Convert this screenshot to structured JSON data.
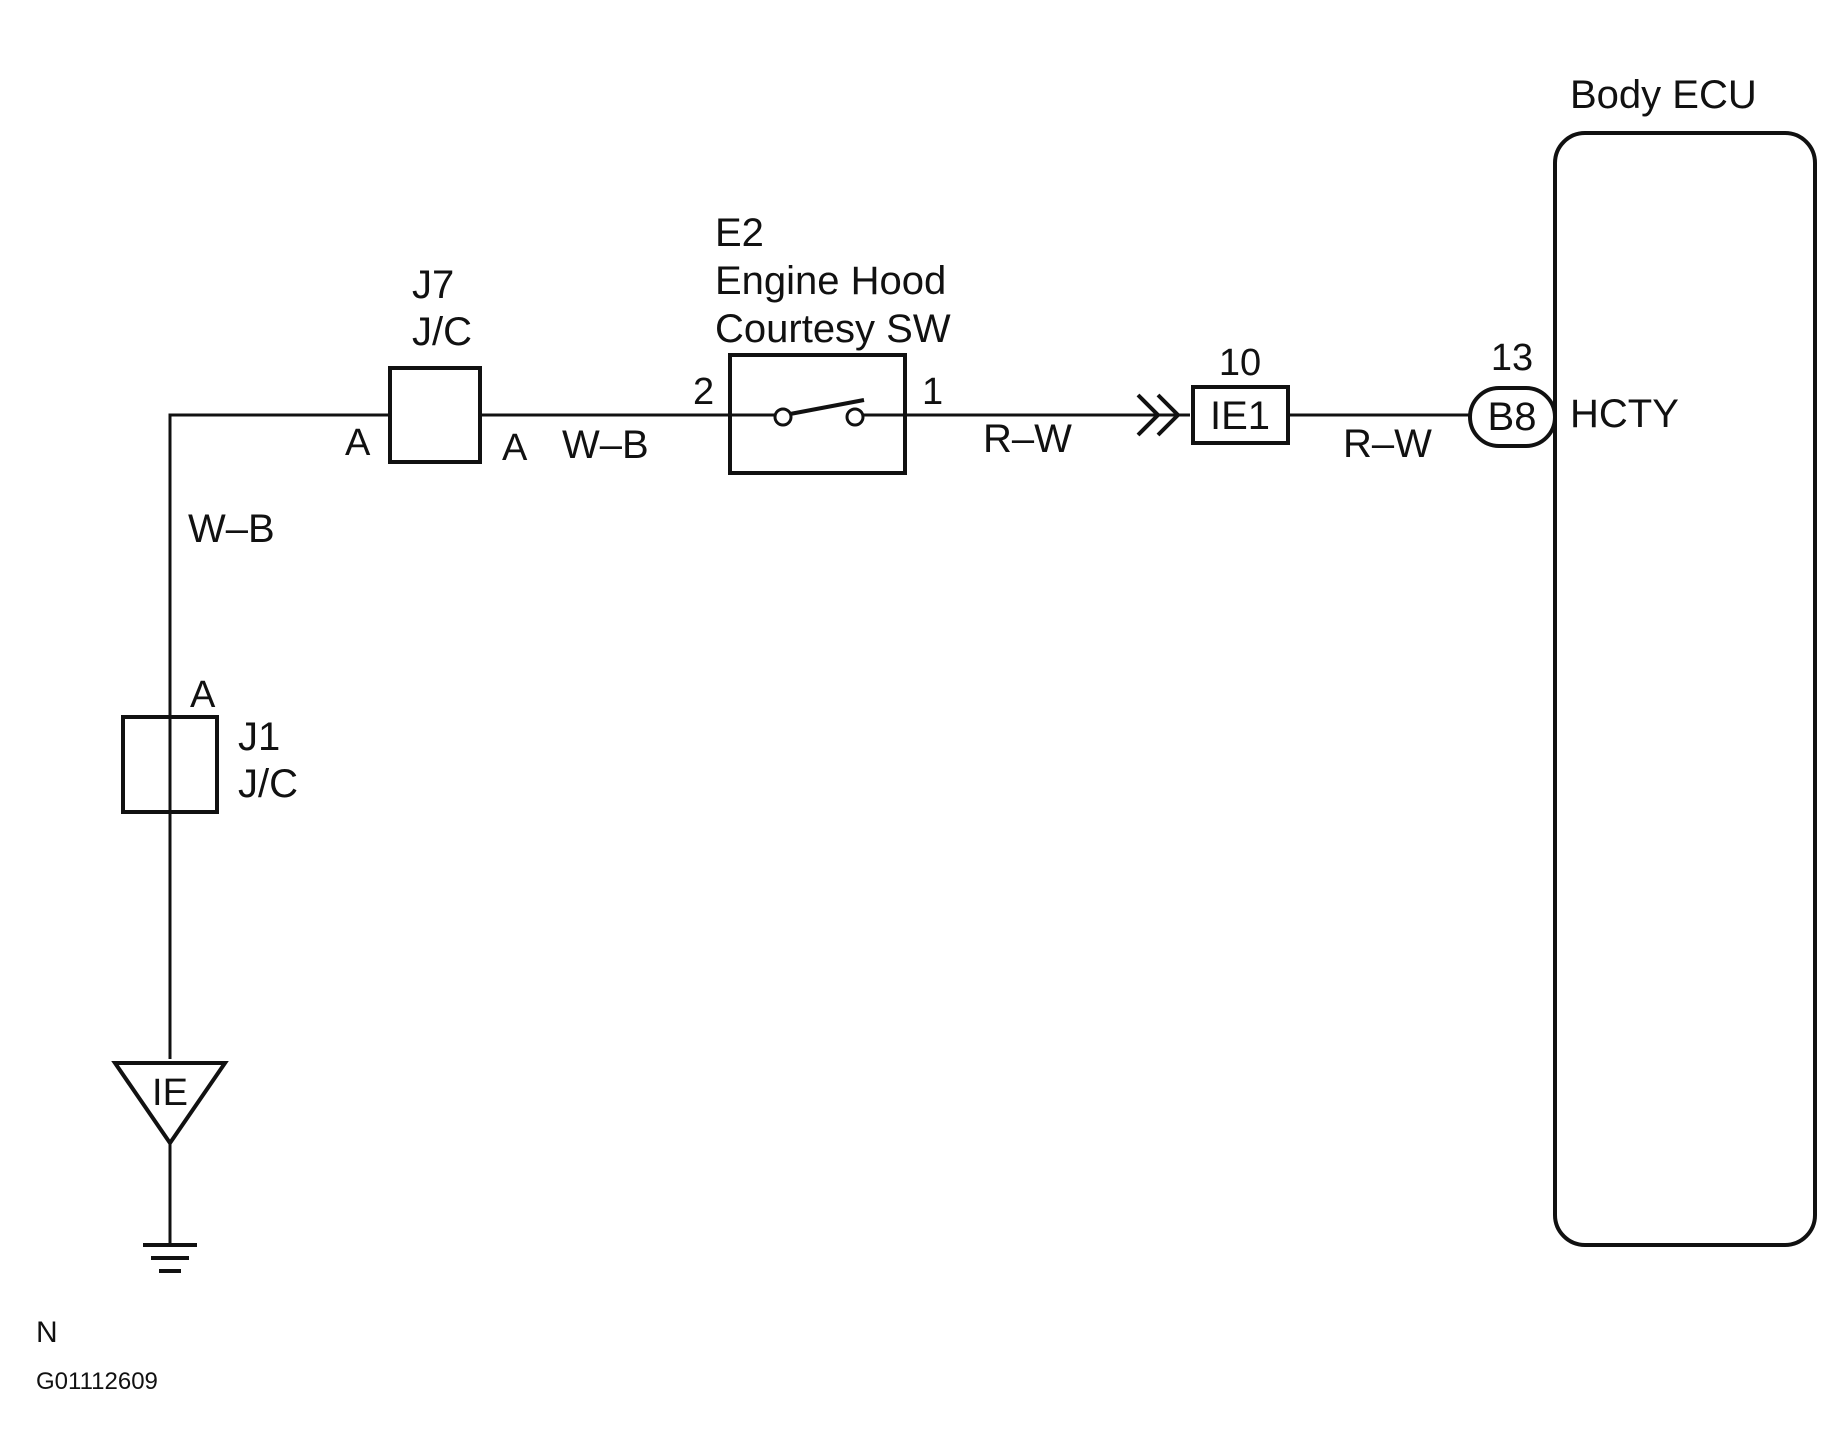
{
  "ecu": {
    "title": "Body ECU",
    "terminal": "HCTY",
    "connector": "B8",
    "pin": "13"
  },
  "switch": {
    "code": "E2",
    "name_line1": "Engine Hood",
    "name_line2": "Courtesy SW",
    "pin_left": "2",
    "pin_right": "1"
  },
  "junction_j7": {
    "code": "J7",
    "type": "J/C",
    "pin_left": "A",
    "pin_right": "A"
  },
  "junction_j1": {
    "code": "J1",
    "type": "J/C",
    "pin_top": "A"
  },
  "connector_ie1": {
    "label": "IE1",
    "pin": "10"
  },
  "ground": {
    "label": "IE"
  },
  "wires": {
    "switch_to_ie1": "R–W",
    "ie1_to_ecu": "R–W",
    "j7_to_switch": "W–B",
    "vertical": "W–B"
  },
  "footer": {
    "note": "N",
    "figure_code": "G01112609"
  }
}
